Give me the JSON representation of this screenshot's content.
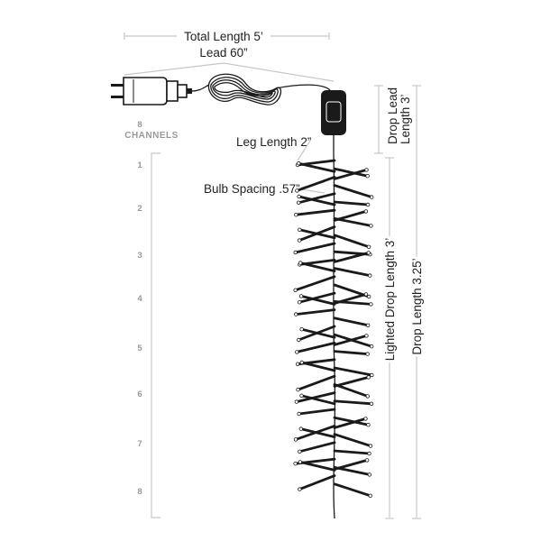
{
  "labels": {
    "total_length": "Total Length 5’",
    "lead": "Lead 60”",
    "channels_count": "8",
    "channels_word": "CHANNELS",
    "leg_length": "Leg Length 2”",
    "bulb_spacing": "Bulb Spacing .57”",
    "drop_lead_line1": "Drop Lead",
    "drop_lead_line2": "Length 3’",
    "lighted_drop": "Lighted Drop Length 3’",
    "drop_length": "Drop Length 3.25’"
  },
  "channels": [
    "1",
    "2",
    "3",
    "4",
    "5",
    "6",
    "7",
    "8"
  ],
  "colors": {
    "wire": "#1a1a1a",
    "dimension_line": "#c8c8c8",
    "channel_text": "#999999",
    "text": "#222222"
  }
}
